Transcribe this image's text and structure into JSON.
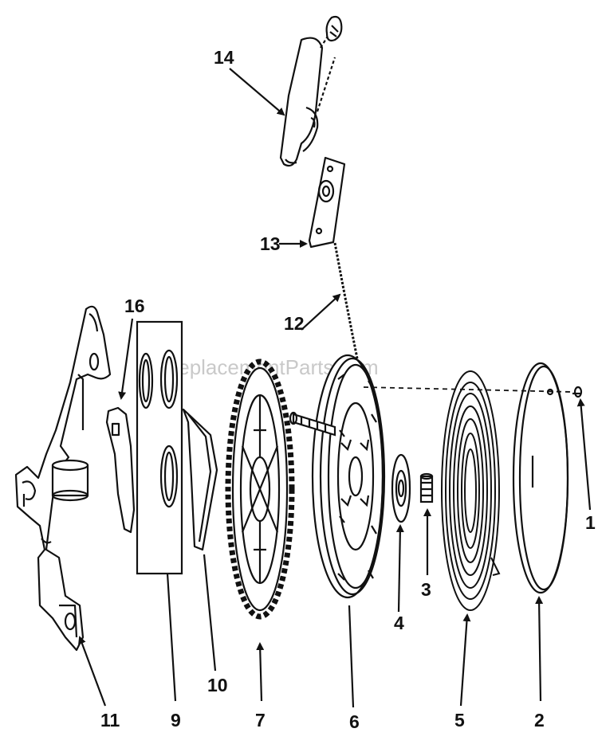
{
  "diagram": {
    "watermark": "eReplacementParts.com",
    "colors": {
      "ink": "#111111",
      "paper": "#ffffff",
      "watermark": "#c9c9c9"
    },
    "labels": {
      "p1": "1",
      "p2": "2",
      "p3": "3",
      "p4": "4",
      "p5": "5",
      "p6": "6",
      "p7": "7",
      "p9": "9",
      "p10": "10",
      "p11": "11",
      "p12": "12",
      "p13": "13",
      "p14": "14",
      "p16": "16"
    }
  }
}
